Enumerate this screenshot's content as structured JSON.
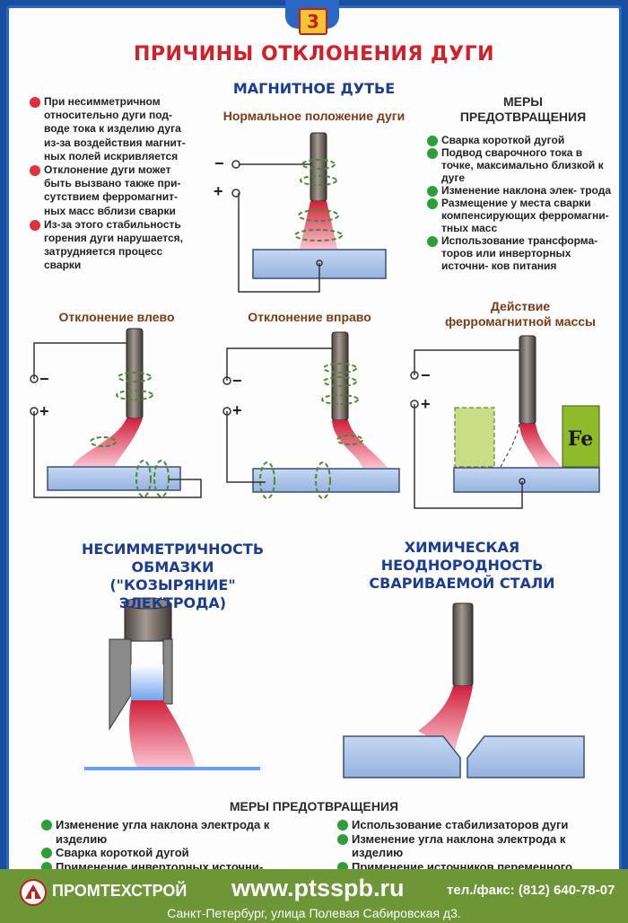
{
  "badge": "3",
  "title": "ПРИЧИНЫ ОТКЛОНЕНИЯ ДУГИ",
  "magnetic": {
    "heading": "МАГНИТНОЕ ДУТЬЕ",
    "normal_caption": "Нормальное положение дуги",
    "causes": [
      "При несимметричном относительно дуги под- воде тока к изделию дуга из-за воздействия магнит- ных полей искривляется",
      "Отклонение дуги может быть вызвано также при- сутствием ферромагнит- ных масс вблизи сварки",
      "Из-за этого стабильность горения дуги нарушается, затрудняется процесс сварки"
    ],
    "measures_heading_1": "МЕРЫ",
    "measures_heading_2": "ПРЕДОТВРАЩЕНИЯ",
    "measures": [
      "Сварка короткой дугой",
      "Подвод сварочного тока в точке, максимально близкой к дуге",
      "Изменение наклона элек- трода",
      "Размещение у места сварки компенсирующих ферромагни- тных масс",
      "Использование трансформа- торов или инверторных источни- ков питания"
    ],
    "left_caption": "Отклонение влево",
    "right_caption": "Отклонение вправо",
    "ferro_caption_1": "Действие",
    "ferro_caption_2": "ферромагнитной массы",
    "fe_label": "Fe",
    "polarity_minus": "−",
    "polarity_plus": "+"
  },
  "coating": {
    "heading_1": "НЕСИММЕТРИЧНОСТЬ",
    "heading_2": "ОБМАЗКИ",
    "heading_3": "(\"КОЗЫРЯНИЕ\" ЭЛЕКТРОДА)"
  },
  "chemical": {
    "heading_1": "ХИМИЧЕСКАЯ",
    "heading_2": "НЕОДНОРОДНОСТЬ",
    "heading_3": "СВАРИВАЕМОЙ СТАЛИ"
  },
  "bottom_measures": {
    "heading": "МЕРЫ ПРЕДОТВРАЩЕНИЯ",
    "left": [
      "Изменение угла наклона электрода к изделию",
      "Сварка короткой дугой",
      "Применение инверторных источни-"
    ],
    "right": [
      "Использование стабилизаторов дуги",
      "Изменение угла наклона электрода к изделию",
      "Применение источников переменного"
    ]
  },
  "footer": {
    "company": "ПРОМТЕХСТРОЙ",
    "url": "www.ptsspb.ru",
    "phone": "тел./факс: (812) 640-78-07",
    "address": "Санкт-Петербург, улица Полевая Сабировская д3."
  },
  "colors": {
    "title_red": "#d1202a",
    "heading_blue": "#1b3c93",
    "bullet_red": "#e0303a",
    "bullet_green": "#2d9e3a",
    "frame_blue": "#2a66c4",
    "footer_green": "#6d9637",
    "plate_blue": "#a9c3e8"
  },
  "icons": [
    "red-bullet-icon",
    "green-bullet-icon",
    "company-logo-icon"
  ]
}
